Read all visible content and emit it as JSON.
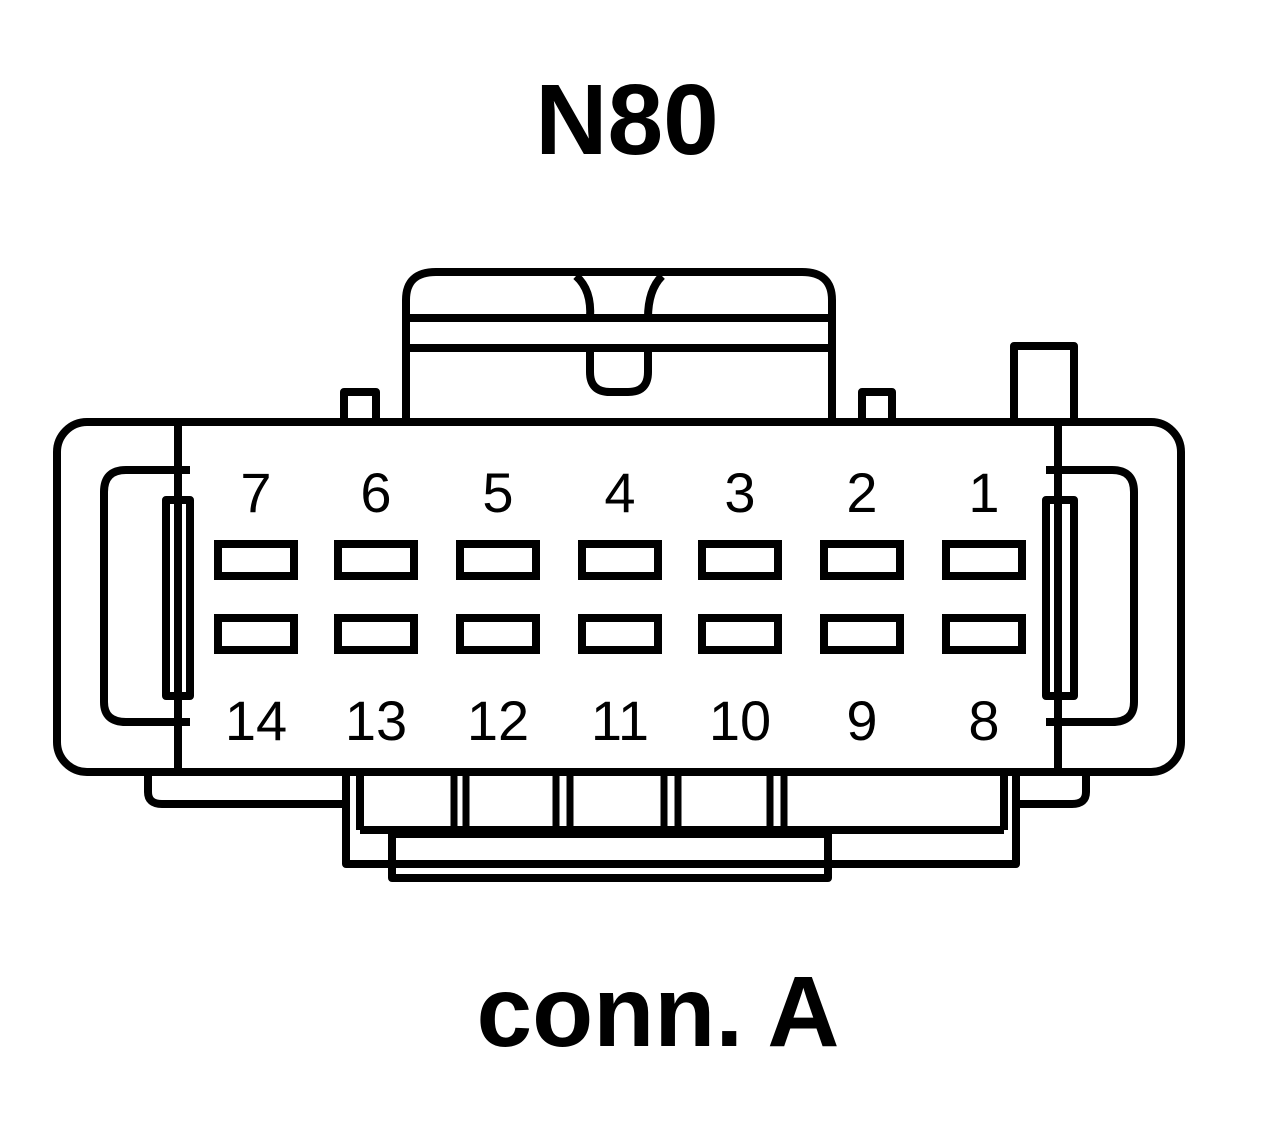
{
  "diagram": {
    "title": "N80",
    "subtitle": "conn. A",
    "top_row_pins": [
      "7",
      "6",
      "5",
      "4",
      "3",
      "2",
      "1"
    ],
    "bottom_row_pins": [
      "14",
      "13",
      "12",
      "11",
      "10",
      "9",
      "8"
    ]
  }
}
